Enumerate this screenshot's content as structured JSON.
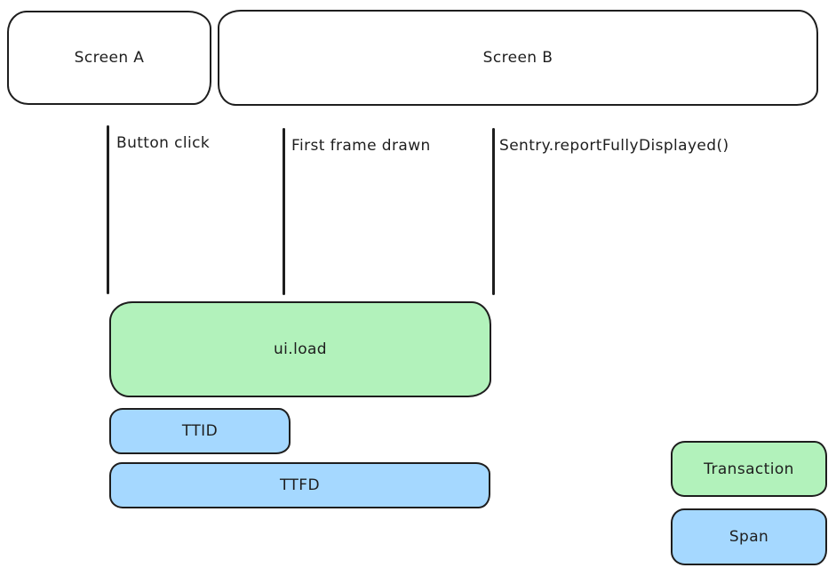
{
  "screens": [
    {
      "label": "Screen A"
    },
    {
      "label": "Screen B"
    }
  ],
  "events": [
    {
      "label": "Button click"
    },
    {
      "label": "First frame drawn"
    },
    {
      "label": "Sentry.reportFullyDisplayed()"
    }
  ],
  "bars": [
    {
      "label": "ui.load",
      "kind": "transaction",
      "color": "#b2f2bb"
    },
    {
      "label": "TTID",
      "kind": "span",
      "color": "#a5d8ff"
    },
    {
      "label": "TTFD",
      "kind": "span",
      "color": "#a5d8ff"
    }
  ],
  "legend": [
    {
      "label": "Transaction",
      "color": "#b2f2bb"
    },
    {
      "label": "Span",
      "color": "#a5d8ff"
    }
  ],
  "colors": {
    "stroke": "#1e1e1e",
    "background": "#ffffff",
    "transaction_fill": "#b2f2bb",
    "span_fill": "#a5d8ff"
  }
}
